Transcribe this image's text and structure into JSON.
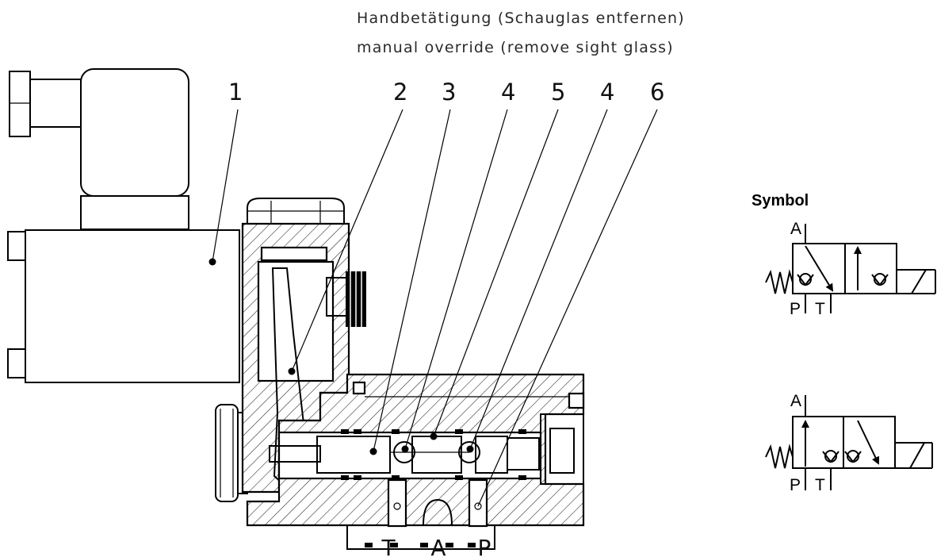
{
  "caption": {
    "line_de": "Handbetätigung (Schauglas entfernen)",
    "line_en": "manual override (remove sight glass)"
  },
  "callouts": [
    "1",
    "2",
    "3",
    "4",
    "5",
    "4",
    "6"
  ],
  "ports": [
    "T",
    "A",
    "P"
  ],
  "symbol": {
    "title": "Symbol",
    "top": {
      "a": "A",
      "p": "P",
      "t": "T"
    },
    "bottom": {
      "a": "A",
      "p": "P",
      "t": "T"
    }
  }
}
